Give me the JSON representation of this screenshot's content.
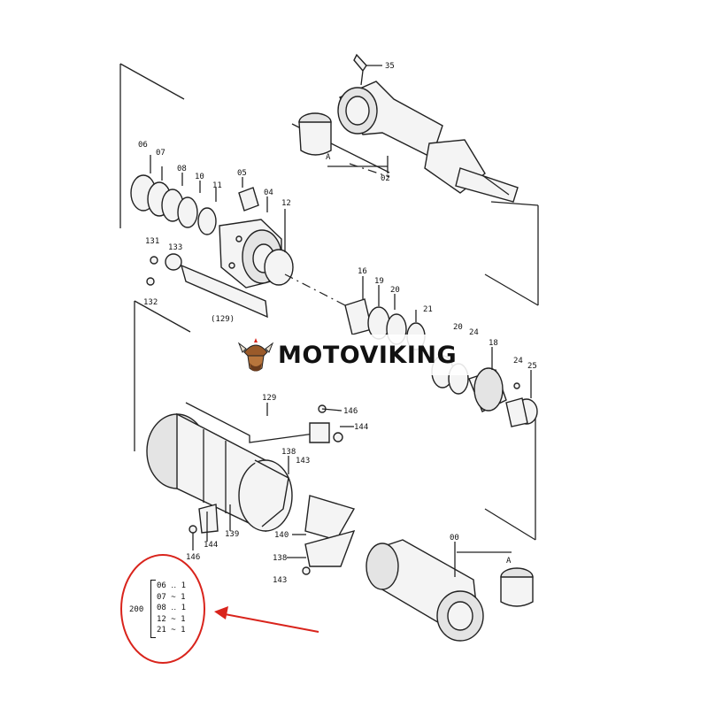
{
  "watermark": {
    "brand": "MOTOVIKING",
    "logo_icon": "viking-head-icon"
  },
  "highlight_color": "#d9241c",
  "callout_labels": {
    "l35": "35",
    "lA_top": "A",
    "l02": "02",
    "l06": "06",
    "l07": "07",
    "l08": "08",
    "l10": "10",
    "l11": "11",
    "l05": "05",
    "l04": "04",
    "l12": "12",
    "l131": "131",
    "l133": "133",
    "l132": "132",
    "l129a": "(129)",
    "l16": "16",
    "l19": "19",
    "l20a": "20",
    "l21": "21",
    "l20b": "20",
    "l24a": "24",
    "l18": "18",
    "l24b": "24",
    "l25": "25",
    "l129b": "129",
    "l146a": "146",
    "l144a": "144",
    "l138a": "138",
    "l143a": "143",
    "l139": "139",
    "l144b": "144",
    "l146b": "146",
    "l140": "140",
    "l138b": "138",
    "l143b": "143",
    "l00": "00",
    "lA_bottom": "A"
  },
  "kit": {
    "code": "200",
    "items": [
      "06 ‥ 1",
      "07 ~ 1",
      "08 ‥ 1",
      "12 ~ 1",
      "21 ~ 1"
    ]
  }
}
